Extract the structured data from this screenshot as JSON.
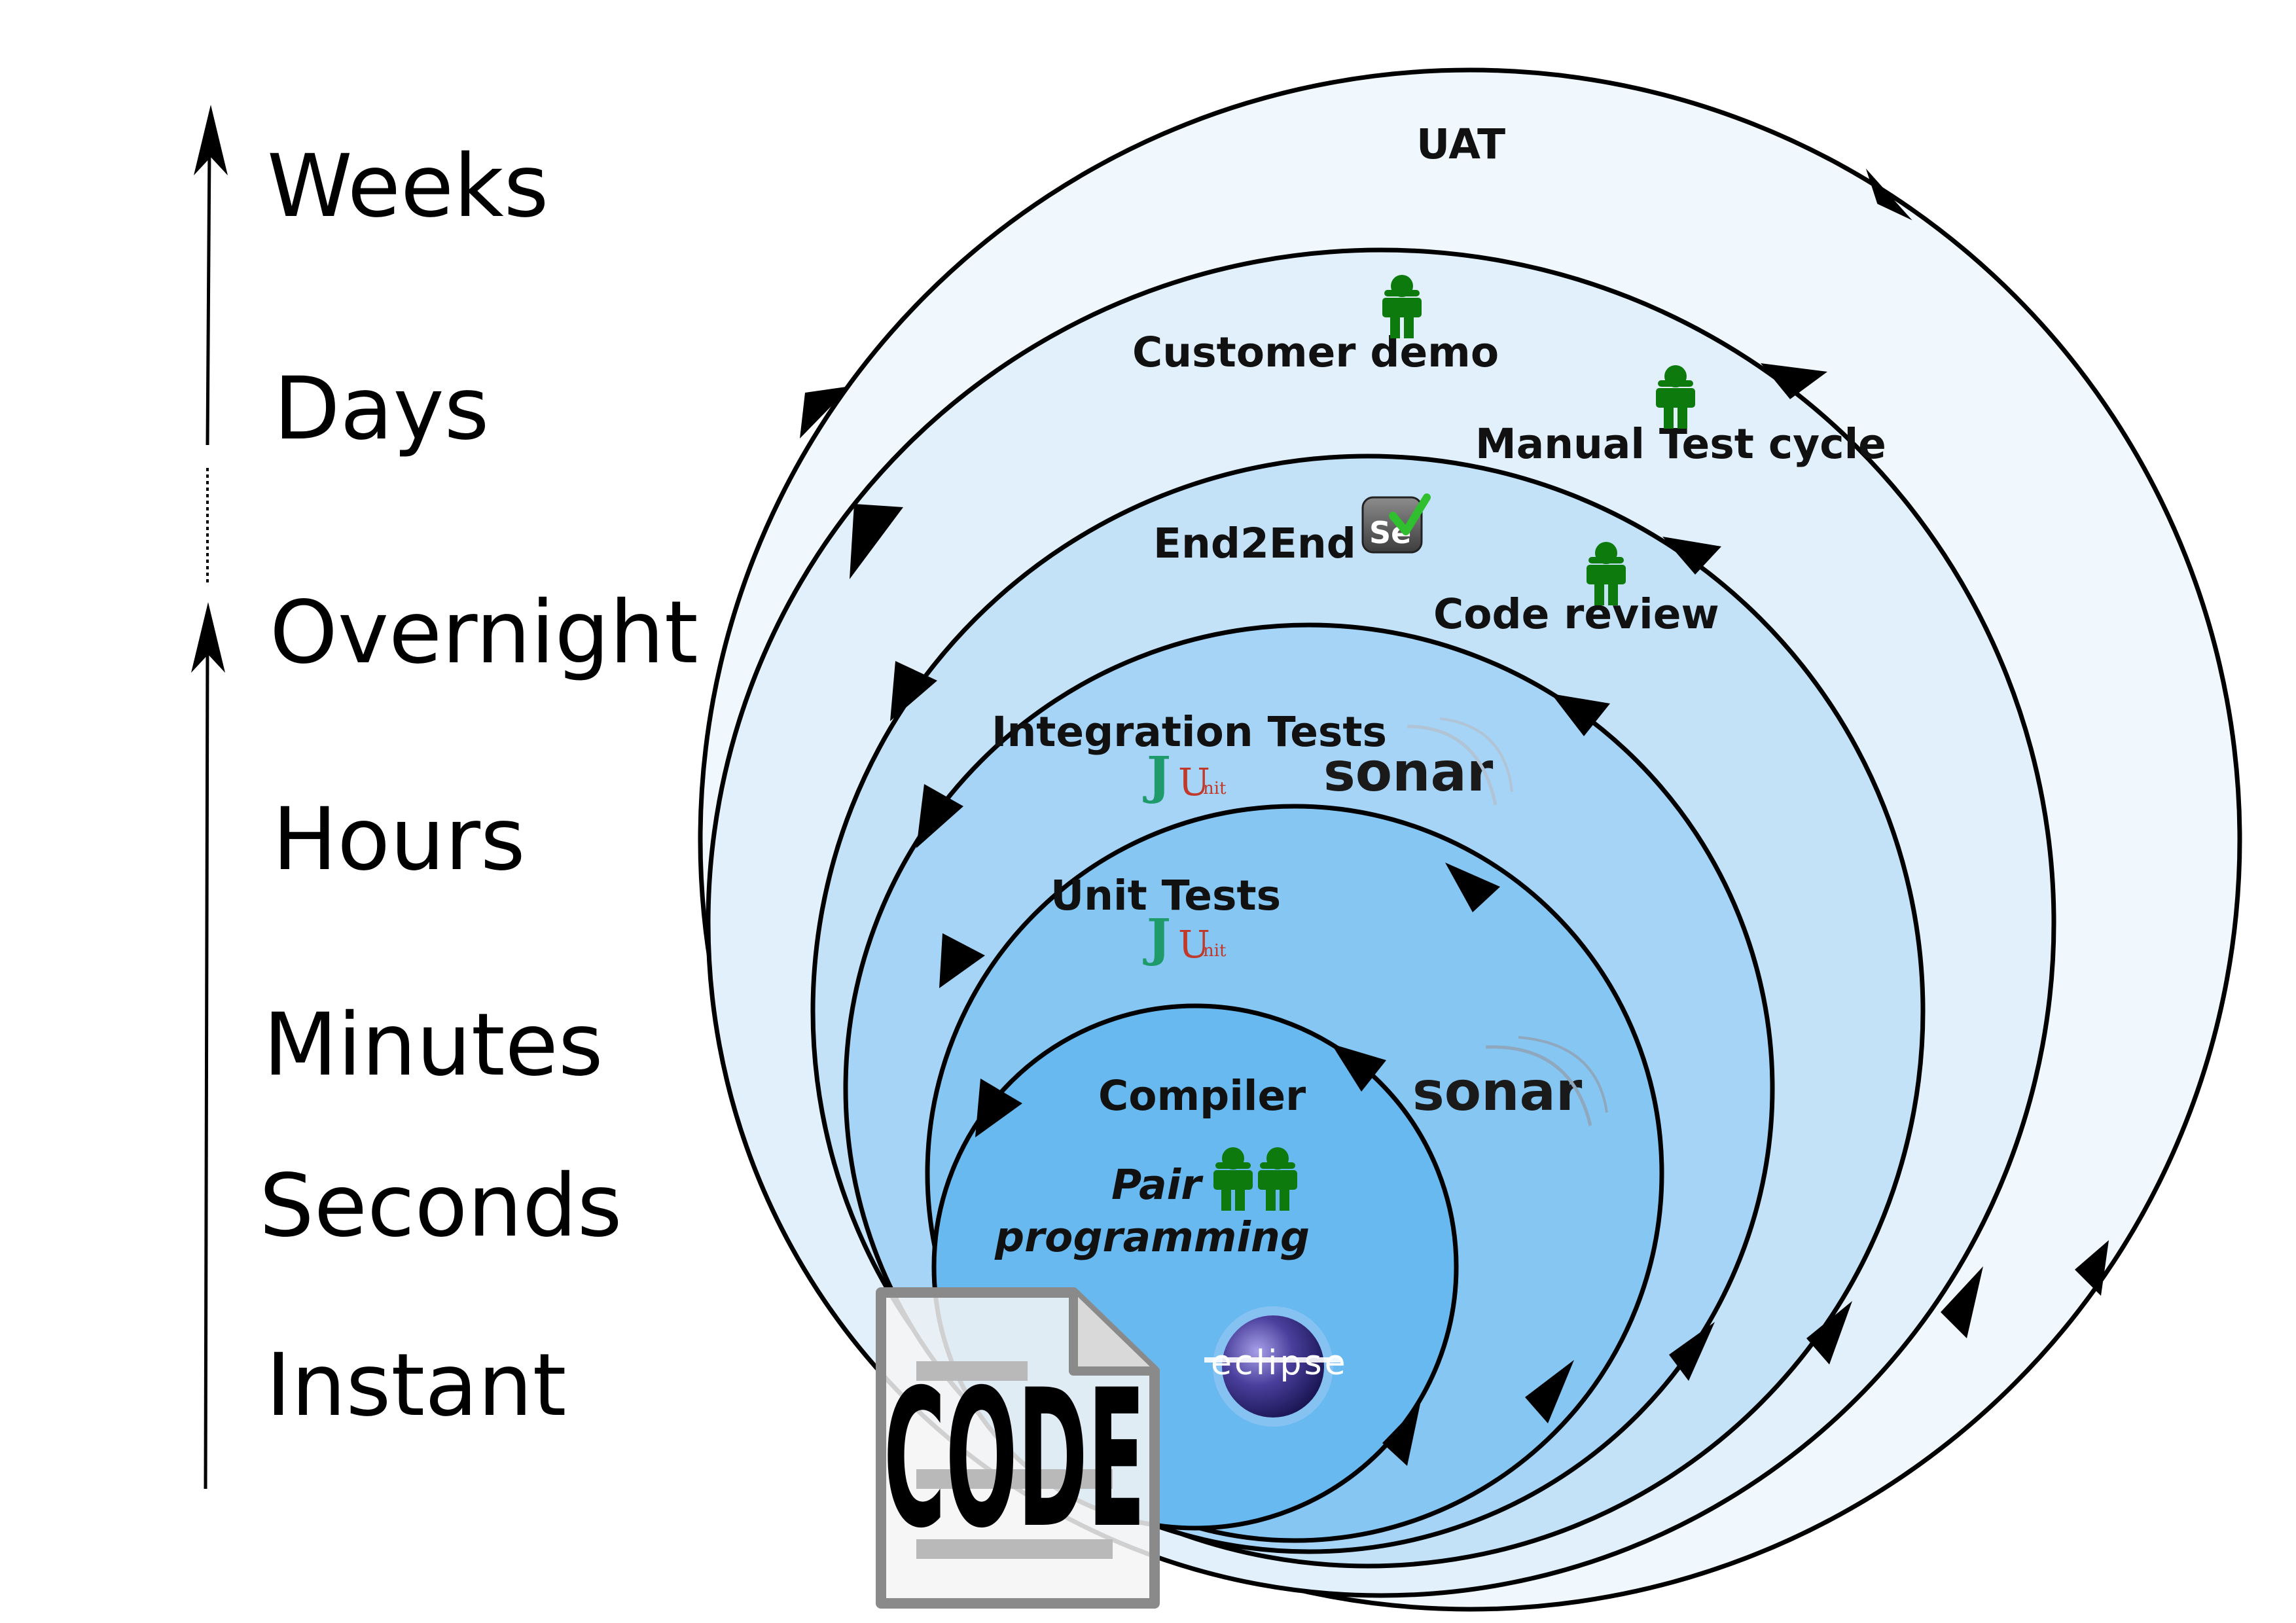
{
  "time_scale": {
    "labels": [
      "Weeks",
      "Days",
      "Overnight",
      "Hours",
      "Minutes",
      "Seconds",
      "Instant"
    ]
  },
  "rings": [
    {
      "name": "UAT",
      "label": "UAT"
    },
    {
      "name": "customer-demo",
      "label": "Customer demo"
    },
    {
      "name": "manual-test-cycle",
      "label": "Manual Test cycle"
    },
    {
      "name": "end2end",
      "label": "End2End"
    },
    {
      "name": "code-review",
      "label": "Code review"
    },
    {
      "name": "integration-tests",
      "label": "Integration Tests"
    },
    {
      "name": "unit-tests",
      "label": "Unit Tests"
    },
    {
      "name": "compiler",
      "label": "Compiler"
    }
  ],
  "pair_programming": {
    "line1": "Pair",
    "line2": "programming"
  },
  "tools": {
    "sonar_label": "sonar",
    "eclipse_label": "eclipse",
    "selenium_label": "Se",
    "junit": {
      "j": "J",
      "u": "U",
      "nit": "nit"
    }
  },
  "code_file": {
    "label": "CODE"
  },
  "colors": {
    "ring_uat": "#f0f7fd",
    "ring_demo": "#e2f0fb",
    "ring_e2e": "#c3e2f8",
    "ring_integration": "#a6d4f6",
    "ring_unit": "#86c6f2",
    "ring_compiler": "#67b9f0",
    "person_icon": "#0c7a0c"
  }
}
